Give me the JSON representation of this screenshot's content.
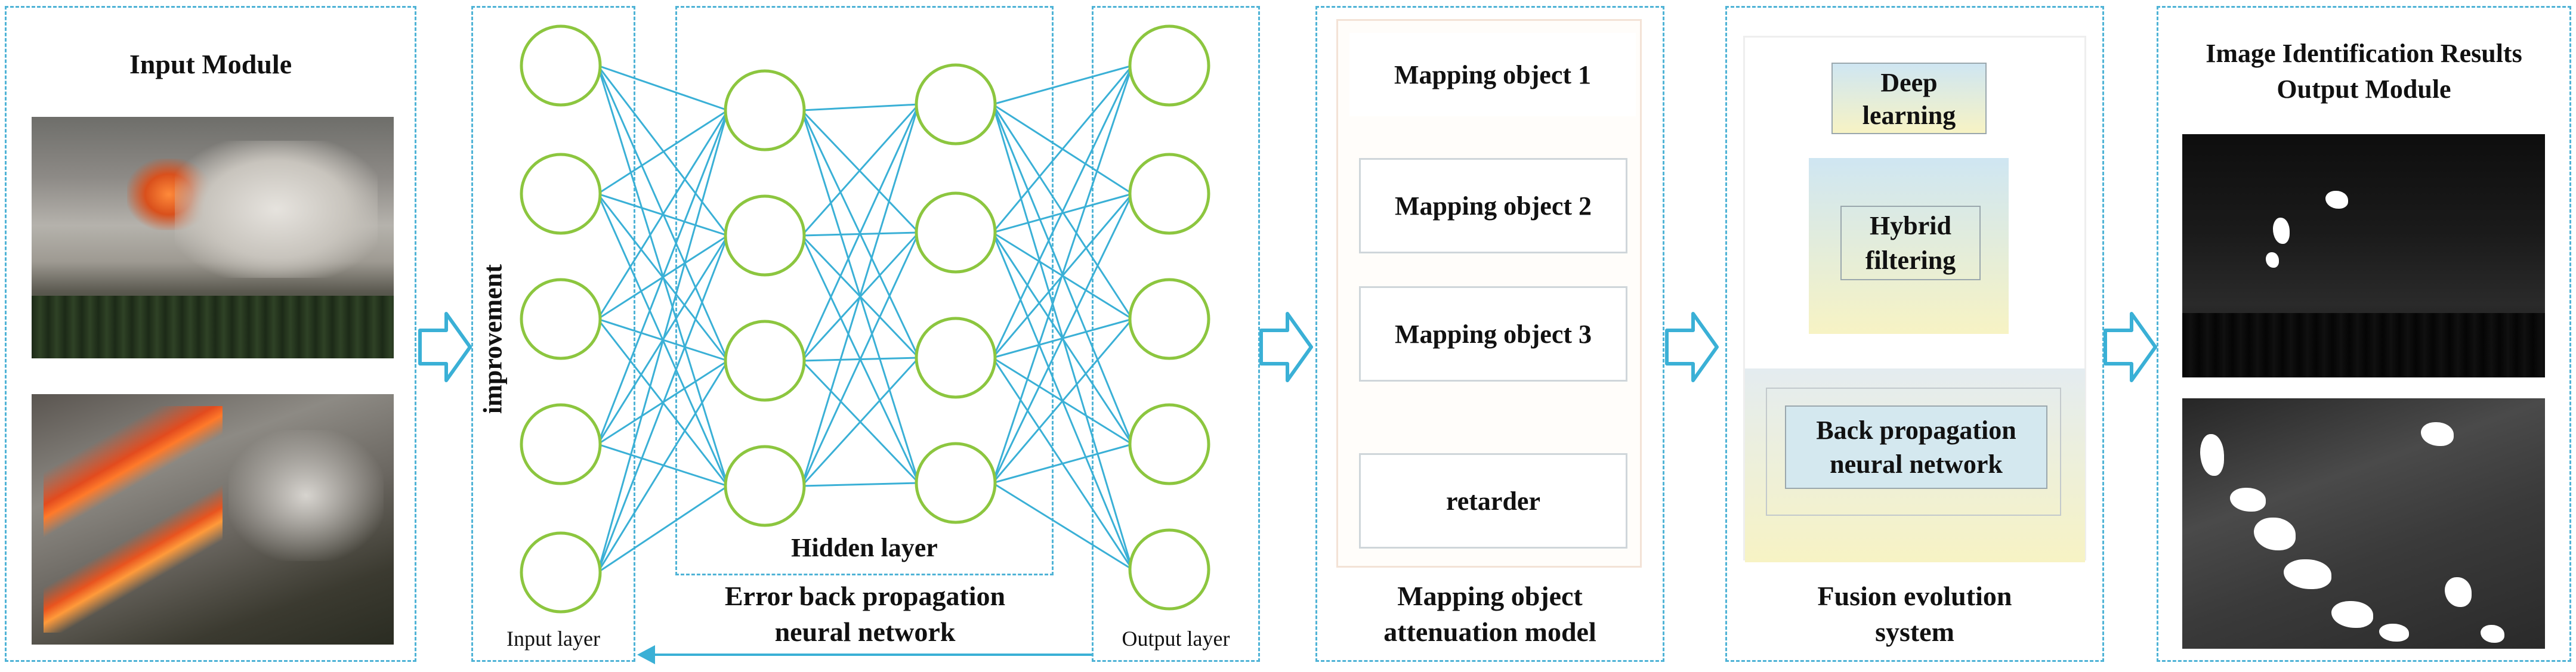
{
  "input_module": {
    "title": "Input Module"
  },
  "neural_network": {
    "input_layer": "Input layer",
    "hidden_layer": "Hidden layer",
    "output_layer": "Output layer",
    "improvement": "improvement",
    "caption_line1": "Error back propagation",
    "caption_line2": "neural network"
  },
  "mapping": {
    "objects": [
      "Mapping object 1",
      "Mapping object 2",
      "Mapping object 3",
      "retarder"
    ],
    "caption_line1": "Mapping object",
    "caption_line2": "attenuation model"
  },
  "fusion": {
    "deep_learning_line1": "Deep",
    "deep_learning_line2": "learning",
    "hybrid_line1": "Hybrid",
    "hybrid_line2": "filtering",
    "bp_line1": "Back propagation",
    "bp_line2": "neural network",
    "caption_line1": "Fusion evolution",
    "caption_line2": "system"
  },
  "output_module": {
    "title_line1": "Image Identification Results",
    "title_line2": "Output Module"
  },
  "colors": {
    "panel_border": "#4fb3d6",
    "node_stroke": "#8cc63f",
    "connection": "#3ab0d6",
    "arrow": "#3ab0d6"
  }
}
